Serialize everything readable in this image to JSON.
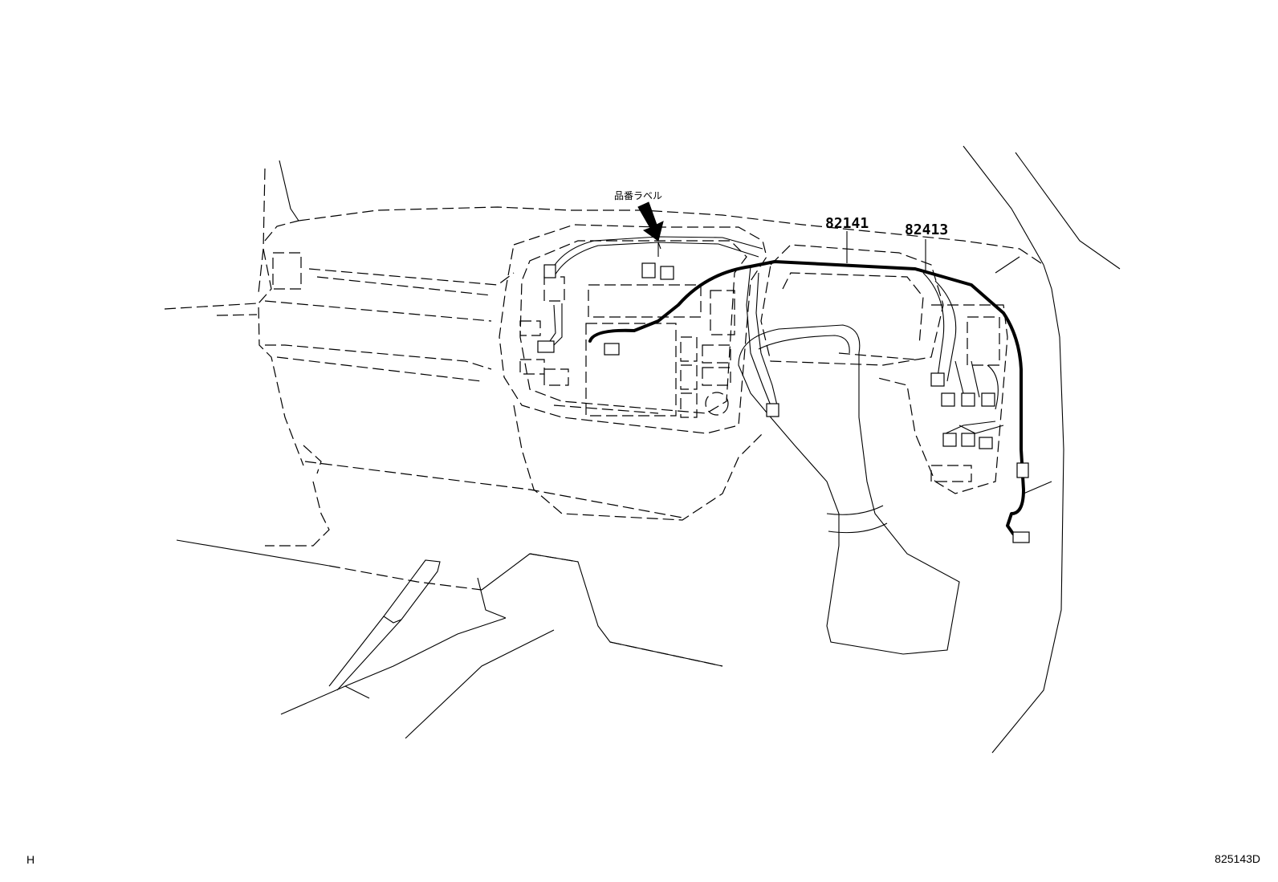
{
  "labels": {
    "part_1": "82141",
    "part_2": "82413",
    "label_jp": "品番ラベル"
  },
  "corner": {
    "left": "H",
    "right": "825143D"
  },
  "colors": {
    "line": "#000000",
    "background": "#ffffff"
  }
}
